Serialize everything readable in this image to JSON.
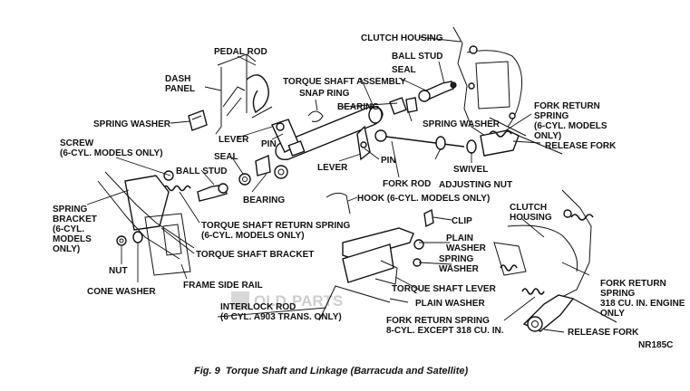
{
  "labels": {
    "clutch_housing_top": "CLUTCH HOUSING",
    "pedal_rod": "PEDAL ROD",
    "ball_stud_top": "BALL STUD",
    "seal_top": "SEAL",
    "dash_panel": "DASH\nPANEL",
    "torque_shaft_assembly": "TORQUE SHAFT ASSEMBLY",
    "snap_ring": "SNAP RING",
    "bearing_top": "BEARING",
    "fork_return_spring_6cyl": "FORK RETURN\nSPRING\n(6-CYL. MODELS\nONLY)",
    "spring_washer_left": "SPRING WASHER",
    "spring_washer_top": "SPRING WASHER",
    "lever_upper": "LEVER",
    "pin_upper": "PIN",
    "release_fork_top": "RELEASE FORK",
    "screw": "SCREW\n(6-CYL. MODELS ONLY)",
    "seal_mid": "SEAL",
    "lever_mid": "LEVER",
    "pin_mid": "PIN",
    "fork_rod": "FORK ROD",
    "adjusting_nut": "ADJUSTING NUT",
    "swivel": "SWIVEL",
    "ball_stud_mid": "BALL STUD",
    "bearing_mid": "BEARING",
    "hook": "HOOK (6-CYL. MODELS ONLY)",
    "spring_bracket": "SPRING\nBRACKET\n(6-CYL.\nMODELS\nONLY)",
    "torque_shaft_return_spring": "TORQUE SHAFT RETURN SPRING\n(6-CYL. MODELS ONLY)",
    "clutch_housing_right": "CLUTCH\nHOUSING",
    "clip": "CLIP",
    "plain_washer_right": "PLAIN\nWASHER",
    "torque_shaft_bracket": "TORQUE SHAFT BRACKET",
    "spring_washer_lower": "SPRING\nWASHER",
    "nut": "NUT",
    "cone_washer": "CONE WASHER",
    "frame_side_rail": "FRAME SIDE RAIL",
    "torque_shaft_lever": "TORQUE SHAFT LEVER",
    "plain_washer_lower": "PLAIN WASHER",
    "fork_return_spring_318": "FORK RETURN\nSPRING\n318 CU. IN. ENGINE\nONLY",
    "interlock_rod": "INTERLOCK ROD\n(6 CYL. A903 TRANS. ONLY)",
    "fork_return_spring_8cyl": "FORK RETURN SPRING\n8-CYL. EXCEPT 318 CU. IN.",
    "release_fork_bottom": "RELEASE FORK",
    "figure_code": "NR185C"
  },
  "caption": "Fig. 9  Torque Shaft and Linkage (Barracuda and Satellite)"
}
